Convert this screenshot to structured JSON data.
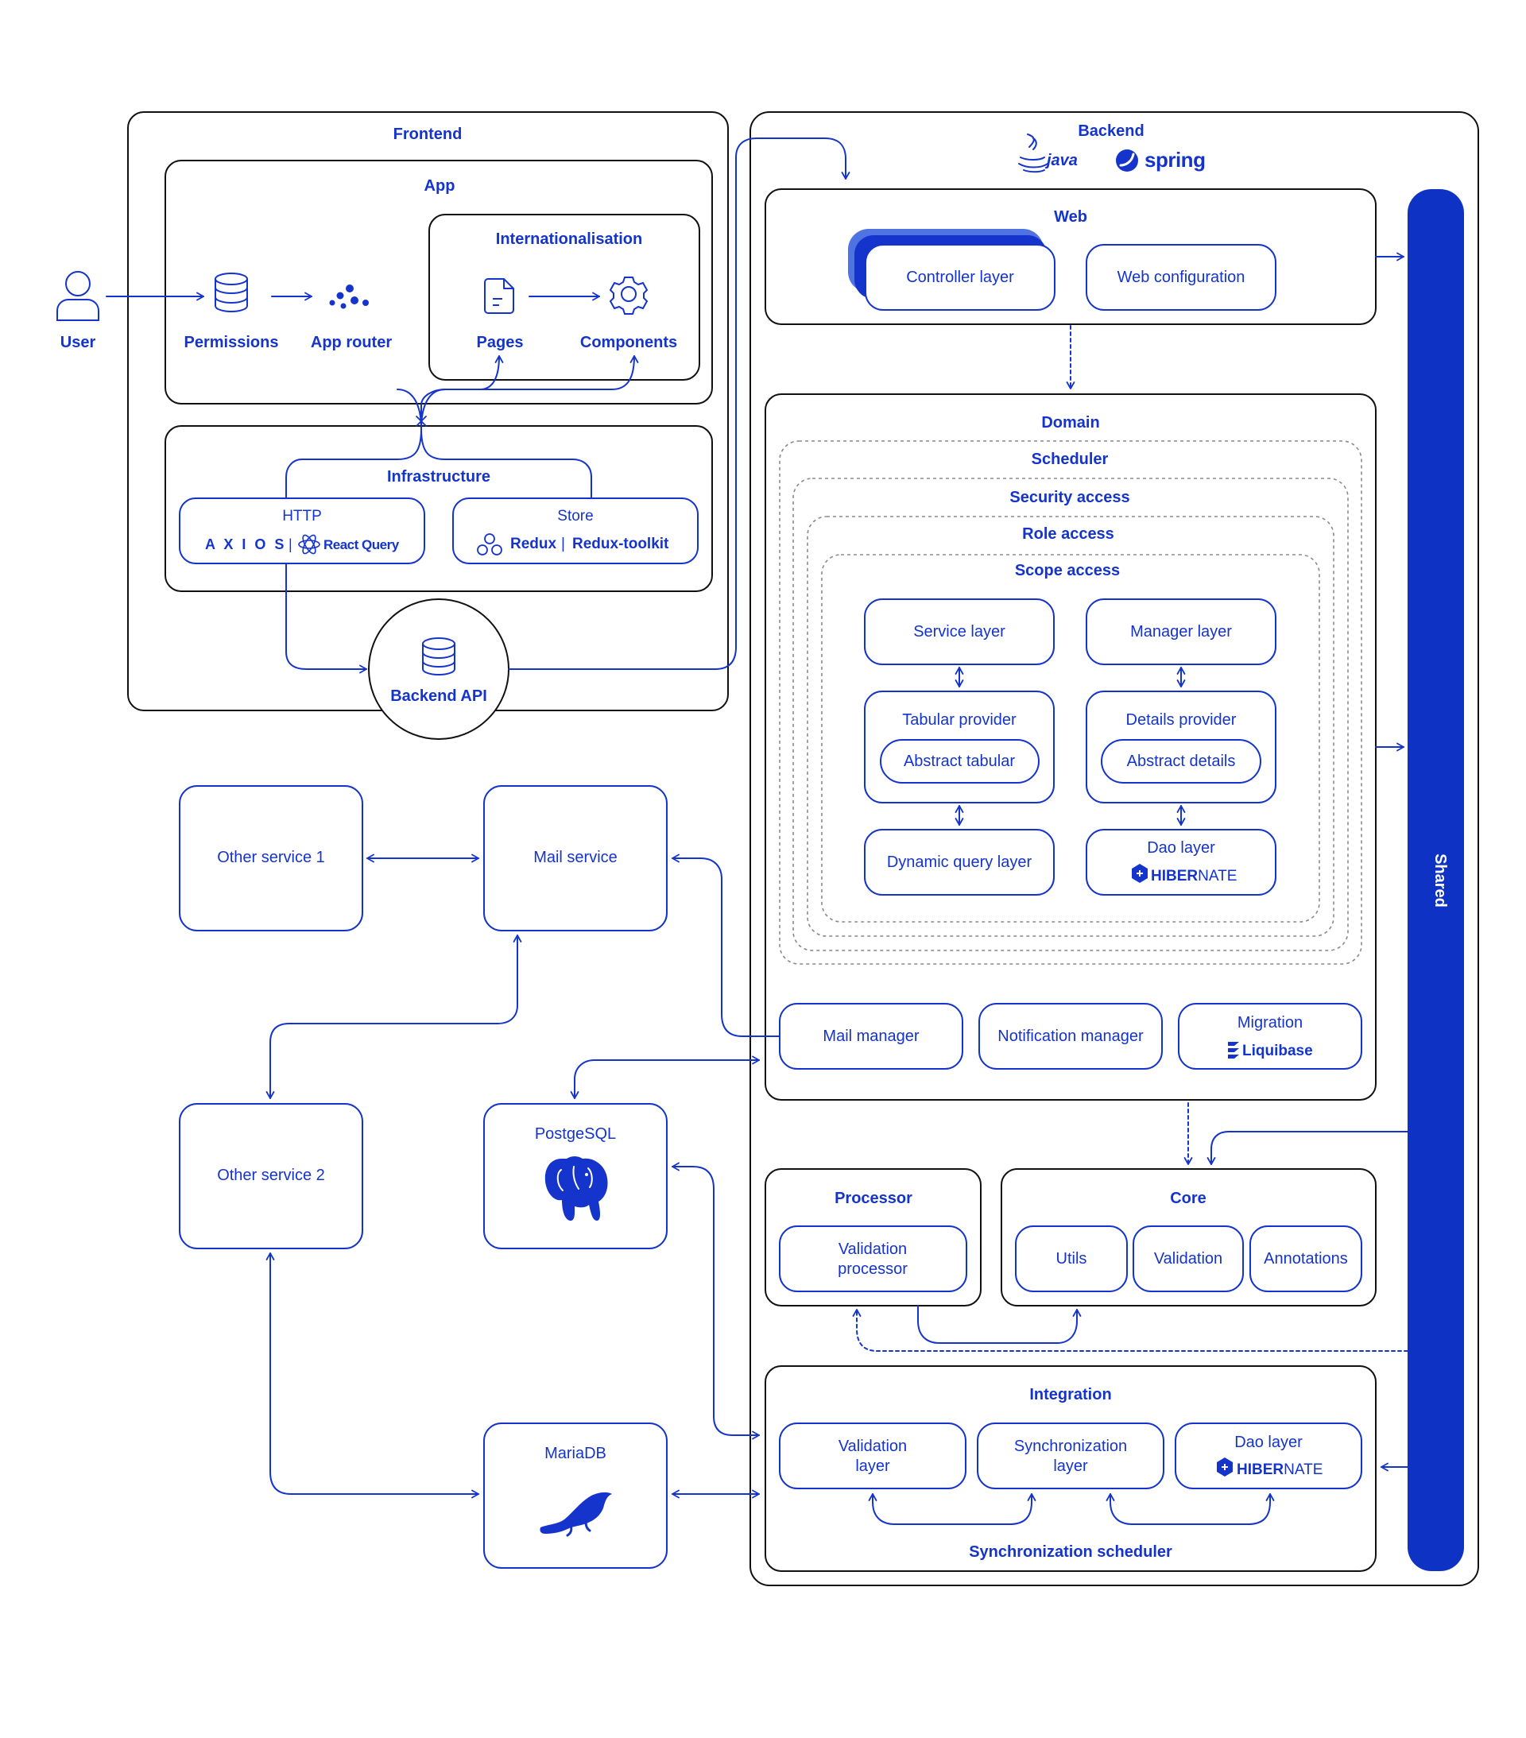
{
  "colors": {
    "accent": "#1434CB",
    "shared_bar": "#0E33C4",
    "outline": "#111111",
    "dash": "#8A8A8A",
    "highlight": "#4F73E3",
    "white": "#FFFFFF"
  },
  "frontend": {
    "title": "Frontend",
    "app": {
      "title": "App",
      "user": "User",
      "permissions": "Permissions",
      "app_router": "App router",
      "internationalisation": {
        "title": "Internationalisation",
        "pages": "Pages",
        "components": "Components"
      }
    },
    "infrastructure": {
      "title": "Infrastructure",
      "http": {
        "title": "HTTP",
        "axios": "A X I O S",
        "react_query": "React Query"
      },
      "store": {
        "title": "Store",
        "redux": "Redux",
        "redux_toolkit": "Redux-toolkit"
      }
    },
    "backend_api": "Backend API"
  },
  "services": {
    "other1": "Other service 1",
    "other2": "Other service 2",
    "mail": "Mail service",
    "postgres": "PostgeSQL",
    "mariadb": "MariaDB"
  },
  "backend": {
    "title": "Backend",
    "tech": {
      "java": "java",
      "spring": "spring"
    },
    "web": {
      "title": "Web",
      "controller": "Controller layer",
      "web_config": "Web configuration"
    },
    "domain": {
      "title": "Domain",
      "scheduler": "Scheduler",
      "security_access": "Security access",
      "role_access": "Role access",
      "scope_access": "Scope access",
      "service_layer": "Service layer",
      "manager_layer": "Manager layer",
      "tabular_provider": "Tabular provider",
      "abstract_tabular": "Abstract tabular",
      "details_provider": "Details provider",
      "abstract_details": "Abstract details",
      "dynamic_query": "Dynamic query layer",
      "dao_layer": "Dao layer",
      "hibernate": {
        "bold": "HIBER",
        "rest": "NATE"
      },
      "mail_manager": "Mail manager",
      "notification_manager": "Notification manager",
      "migration": "Migration",
      "liquibase": "Liquibase"
    },
    "processor": {
      "title": "Processor",
      "validation_processor_1": "Validation",
      "validation_processor_2": "processor"
    },
    "core": {
      "title": "Core",
      "utils": "Utils",
      "validation": "Validation",
      "annotations": "Annotations"
    },
    "integration": {
      "title": "Integration",
      "validation_layer_1": "Validation",
      "validation_layer_2": "layer",
      "sync_layer_1": "Synchronization",
      "sync_layer_2": "layer",
      "dao_layer": "Dao layer",
      "hibernate": {
        "bold": "HIBER",
        "rest": "NATE"
      },
      "sync_scheduler": "Synchronization scheduler"
    },
    "shared": "Shared"
  }
}
